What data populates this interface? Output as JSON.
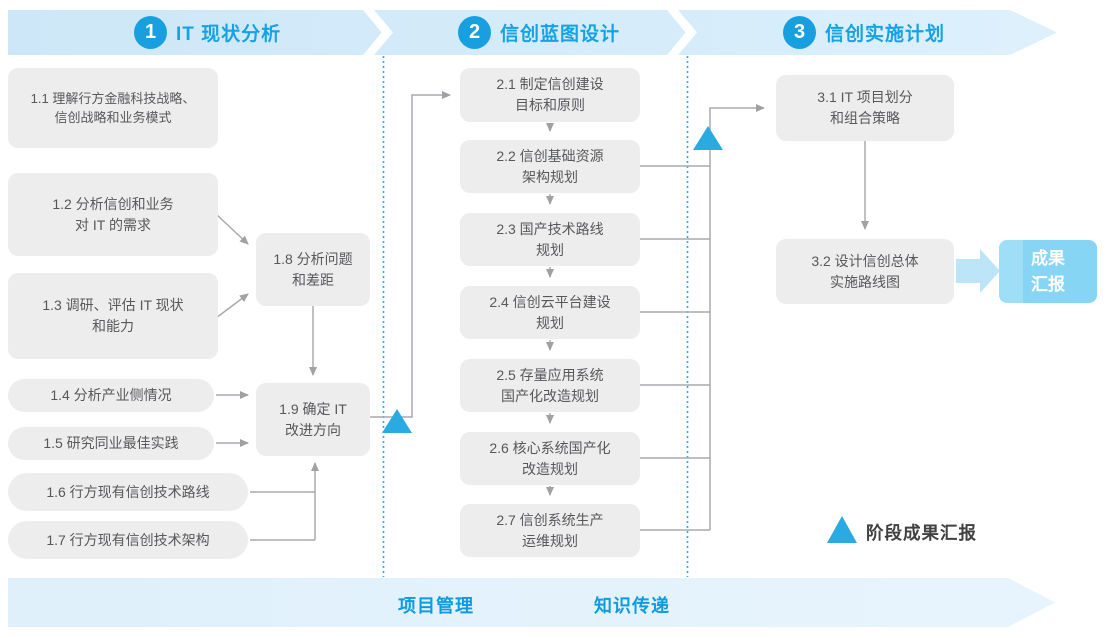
{
  "palette": {
    "accent_blue": "#17a2e4",
    "circle_blue": "#189fe0",
    "triangle_blue": "#29abe2",
    "band_blue": "#d6ecfa",
    "box_gray": "#ededee",
    "box_text": "#57585a",
    "connector_gray": "#a8aaad",
    "result_box_blue": "#86d5f4"
  },
  "phases": [
    {
      "number": "1",
      "title": "IT 现状分析"
    },
    {
      "number": "2",
      "title": "信创蓝图设计"
    },
    {
      "number": "3",
      "title": "信创实施计划"
    }
  ],
  "phase1": {
    "boxes": [
      {
        "id": "1.1",
        "label": "1.1 理解行方金融科技战略、\n信创战略和业务模式"
      },
      {
        "id": "1.2",
        "label": "1.2 分析信创和业务\n对 IT 的需求"
      },
      {
        "id": "1.3",
        "label": "1.3 调研、评估 IT 现状\n和能力"
      },
      {
        "id": "1.4",
        "label": "1.4 分析产业侧情况"
      },
      {
        "id": "1.5",
        "label": "1.5 研究同业最佳实践"
      },
      {
        "id": "1.6",
        "label": "1.6 行方现有信创技术路线"
      },
      {
        "id": "1.7",
        "label": "1.7 行方现有信创技术架构"
      },
      {
        "id": "1.8",
        "label": "1.8 分析问题\n和差距"
      },
      {
        "id": "1.9",
        "label": "1.9 确定 IT\n改进方向"
      }
    ]
  },
  "phase2": {
    "boxes": [
      {
        "id": "2.1",
        "label": "2.1 制定信创建设\n目标和原则"
      },
      {
        "id": "2.2",
        "label": "2.2 信创基础资源\n架构规划"
      },
      {
        "id": "2.3",
        "label": "2.3 国产技术路线\n规划"
      },
      {
        "id": "2.4",
        "label": "2.4 信创云平台建设\n规划"
      },
      {
        "id": "2.5",
        "label": "2.5 存量应用系统\n国产化改造规划"
      },
      {
        "id": "2.6",
        "label": "2.6 核心系统国产化\n改造规划"
      },
      {
        "id": "2.7",
        "label": "2.7 信创系统生产\n运维规划"
      }
    ]
  },
  "phase3": {
    "boxes": [
      {
        "id": "3.1",
        "label": "3.1 IT 项目划分\n和组合策略"
      },
      {
        "id": "3.2",
        "label": "3.2 设计信创总体\n实施路线图"
      }
    ],
    "result_label": "成果\n汇报"
  },
  "legend": {
    "marker": "milestone-triangle",
    "label": "阶段成果汇报"
  },
  "footer": {
    "items": [
      {
        "label": "项目管理"
      },
      {
        "label": "知识传递"
      }
    ]
  }
}
